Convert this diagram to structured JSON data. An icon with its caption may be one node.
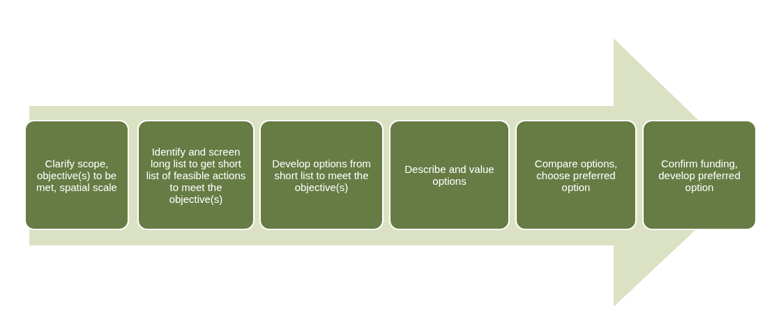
{
  "diagram": {
    "nodes": [
      {
        "text": [],
        "shape": "arrow"
      },
      {
        "text": [
          "Clarify scope, objective(s) to be met, spatial scale"
        ],
        "in": 0
      },
      {
        "text": [
          "Identify and screen long list to get short list of feasible actions to meet the objective(s)"
        ],
        "in": 0
      },
      {
        "text": [
          "Develop options from short list to meet the objective(s)"
        ],
        "in": 0
      },
      {
        "text": [
          "Describe and value options"
        ],
        "in": 0
      },
      {
        "text": [
          "Compare options, choose preferred option"
        ],
        "in": 0
      },
      {
        "text": [
          "Confirm funding, develop preferred option"
        ],
        "in": 0
      }
    ]
  }
}
